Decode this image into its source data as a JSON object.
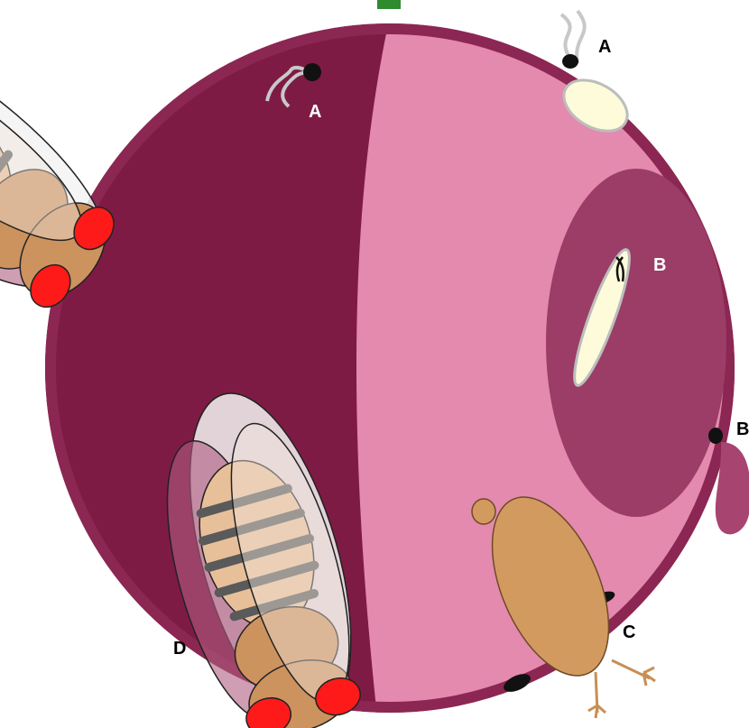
{
  "labels": {
    "a_top_left": "A",
    "a_top_right": "A",
    "b_inner": "B",
    "b_edge": "B",
    "c": "C",
    "d": "D"
  },
  "colors": {
    "fruit_dark": "#7e1b44",
    "fruit_rim": "#8b2752",
    "fruit_flesh": "#e48aae",
    "cavity": "#9b3d66",
    "egg": "#fdfbd9",
    "fly_body": "#cc935f",
    "fly_eye": "#ff1a1a",
    "abdomen": "#e7c09a",
    "stripe": "#5a5a5a",
    "larva": "#d39a60",
    "bud": "#a84470"
  }
}
